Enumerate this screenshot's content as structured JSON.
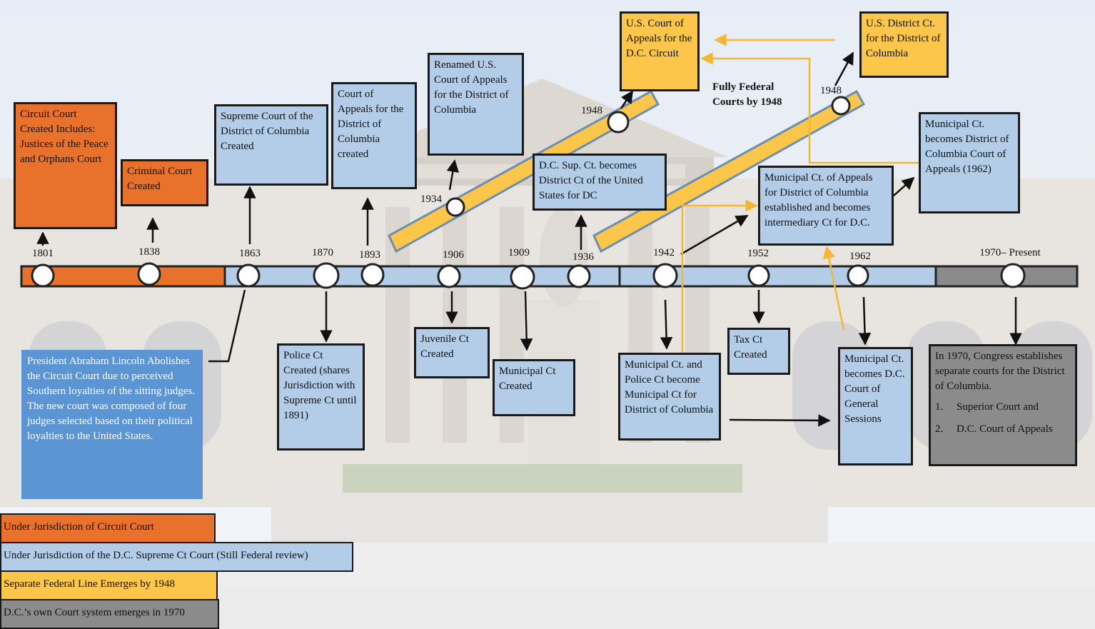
{
  "years": [
    {
      "id": "1801",
      "label": "1801"
    },
    {
      "id": "1838",
      "label": "1838"
    },
    {
      "id": "1863",
      "label": "1863"
    },
    {
      "id": "1870",
      "label": "1870"
    },
    {
      "id": "1893",
      "label": "1893"
    },
    {
      "id": "1906",
      "label": "1906"
    },
    {
      "id": "1909",
      "label": "1909"
    },
    {
      "id": "1936",
      "label": "1936"
    },
    {
      "id": "1942",
      "label": "1942"
    },
    {
      "id": "1952",
      "label": "1952"
    },
    {
      "id": "1962",
      "label": "1962"
    },
    {
      "id": "1970",
      "label": "1970– Present"
    }
  ],
  "federal_years": {
    "y1934": "1934",
    "y1948a": "1948",
    "y1948b": "1948"
  },
  "fully_federal": "Fully Federal Courts by 1948",
  "boxes": {
    "circuit_court": "Circuit Court Created Includes: Justices of the Peace and Orphans Court",
    "criminal_court": "Criminal Court Created",
    "supreme_court": "Supreme Court of the District of Columbia Created",
    "court_of_appeals_dc": "Court of Appeals for the District of Columbia created",
    "renamed_court": "Renamed U.S. Court of Appeals for the District of Columbia",
    "us_court_appeals_circuit": "U.S. Court of Appeals for the D.C. Circuit",
    "us_district_ct": "U.S. District Ct. for the District of Columbia",
    "dc_sup_ct": "D.C. Sup. Ct. becomes District Ct of the United States for DC",
    "municipal_appeals": "Municipal Ct. of Appeals for District of Columbia established and becomes intermediary Ct for D.C.",
    "municipal_becomes_dcca": "Municipal Ct. becomes District of Columbia Court of Appeals (1962)",
    "lincoln": "President Abraham Lincoln Abolishes the Circuit Court due to perceived Southern loyalties of the sitting judges. The new court was composed of four judges selected based on their political loyalties to the United States.",
    "police_ct": "Police Ct Created (shares Jurisdiction with Supreme Ct until 1891)",
    "juvenile_ct": "Juvenile Ct Created",
    "municipal_ct": "Municipal Ct Created",
    "municipal_police": "Municipal Ct. and Police Ct become Municipal Ct for District of Columbia",
    "tax_ct": "Tax Ct Created",
    "municipal_general": "Municipal Ct. becomes D.C. Court of General Sessions",
    "congress_1970": "In 1970, Congress establishes separate courts for the District of Columbia.",
    "congress_items": [
      {
        "num": "1.",
        "text": "Superior Court and"
      },
      {
        "num": "2.",
        "text": "D.C. Court of Appeals"
      }
    ]
  },
  "legend": [
    {
      "id": "circuit",
      "label": "Under Jurisdiction of Circuit Court",
      "color": "#e8722c"
    },
    {
      "id": "supreme",
      "label": "Under Jurisdiction of the D.C. Supreme Ct Court (Still Federal review)",
      "color": "#b3cce8"
    },
    {
      "id": "federal",
      "label": "Separate Federal Line Emerges by 1948",
      "color": "#fcc64a"
    },
    {
      "id": "dc",
      "label": "D.C.’s own Court system emerges in 1970",
      "color": "#8b8b8b"
    }
  ],
  "colors": {
    "orange": "#e8722c",
    "light_blue": "#b3cce8",
    "yellow": "#fcc64a",
    "gray": "#8b8b8b",
    "lincoln_blue": "#5b95d4",
    "arrow_yellow": "#f5b731"
  }
}
